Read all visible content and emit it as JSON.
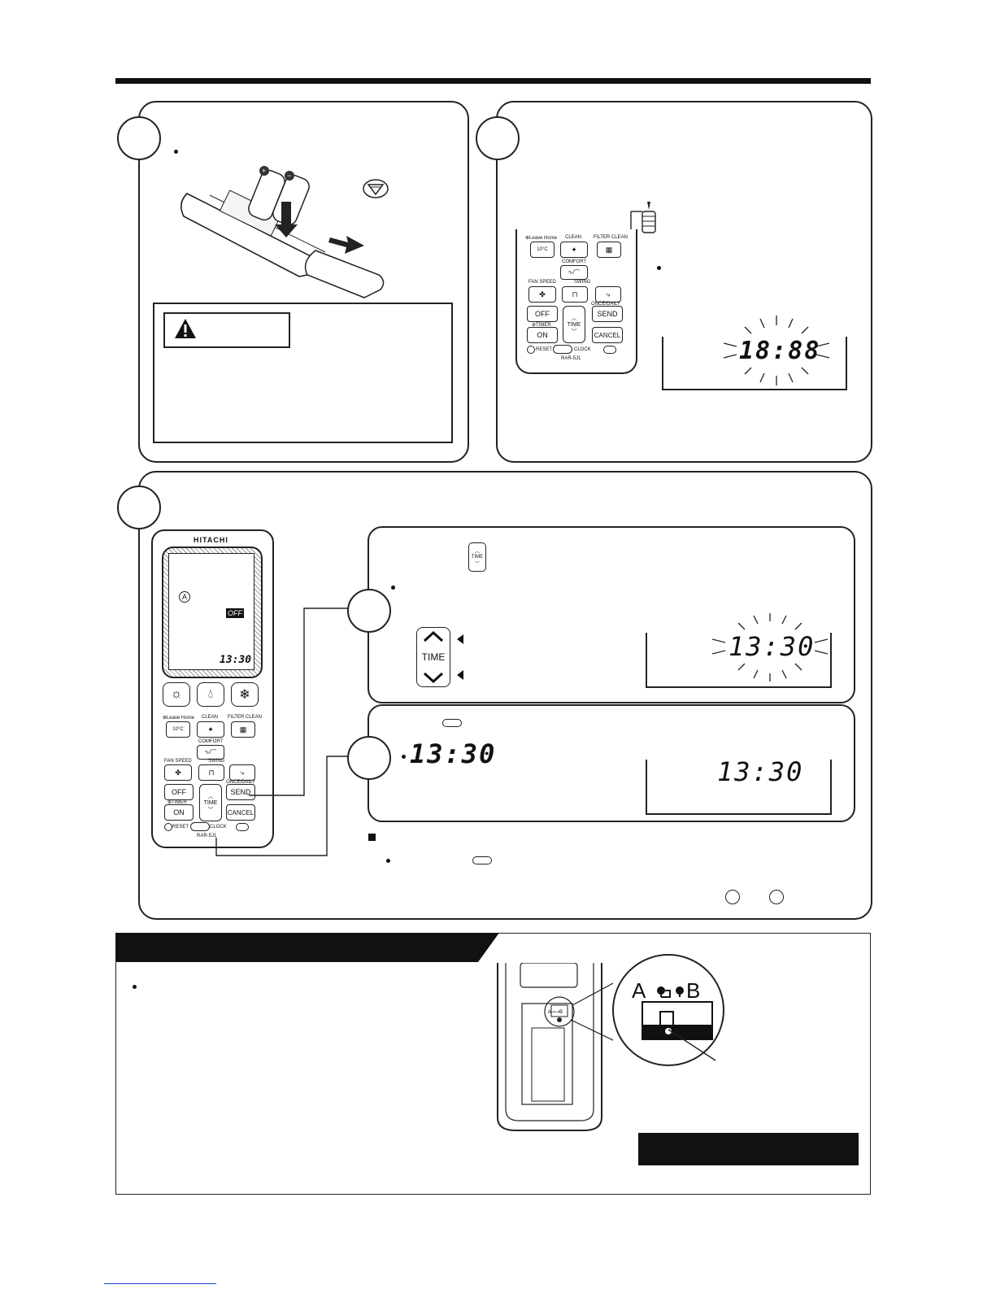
{
  "remote": {
    "brand": "HITACHI",
    "model": "RAR-5J1",
    "buttons": {
      "leave_home": "⊗Leave Home",
      "leave_home_inner": "10°C",
      "clean": "CLEAN",
      "filter_clean": "FILTER CLEAN",
      "comfort": "COMFORT",
      "fan_speed": "FAN SPEED",
      "swing": "SWING",
      "once_daily": "ONCE/DAILY",
      "off": "OFF",
      "timer": "⊕TIMER",
      "on": "ON",
      "time": "TIME",
      "send": "SEND",
      "cancel": "CANCEL",
      "reset": "RESET",
      "clock": "CLOCK"
    },
    "screen": {
      "off_label": "OFF",
      "time": "13:30"
    }
  },
  "displays": {
    "flashing_default": "18:88",
    "set_time_flashing": "13:30",
    "set_time_confirmed": "13:30",
    "remote_time_readout": "13:30"
  },
  "time_control": {
    "label": "TIME"
  },
  "diagram_labels": {
    "switch_a": "A",
    "switch_b": "B"
  },
  "icons": {
    "warning": "warning-triangle-icon",
    "fan": "fan-icon",
    "heat_mode": "sun-icon",
    "dry_mode": "droplet-icon",
    "cool_mode": "snowflake-icon",
    "reset_mark": "hand-reset-icon"
  }
}
